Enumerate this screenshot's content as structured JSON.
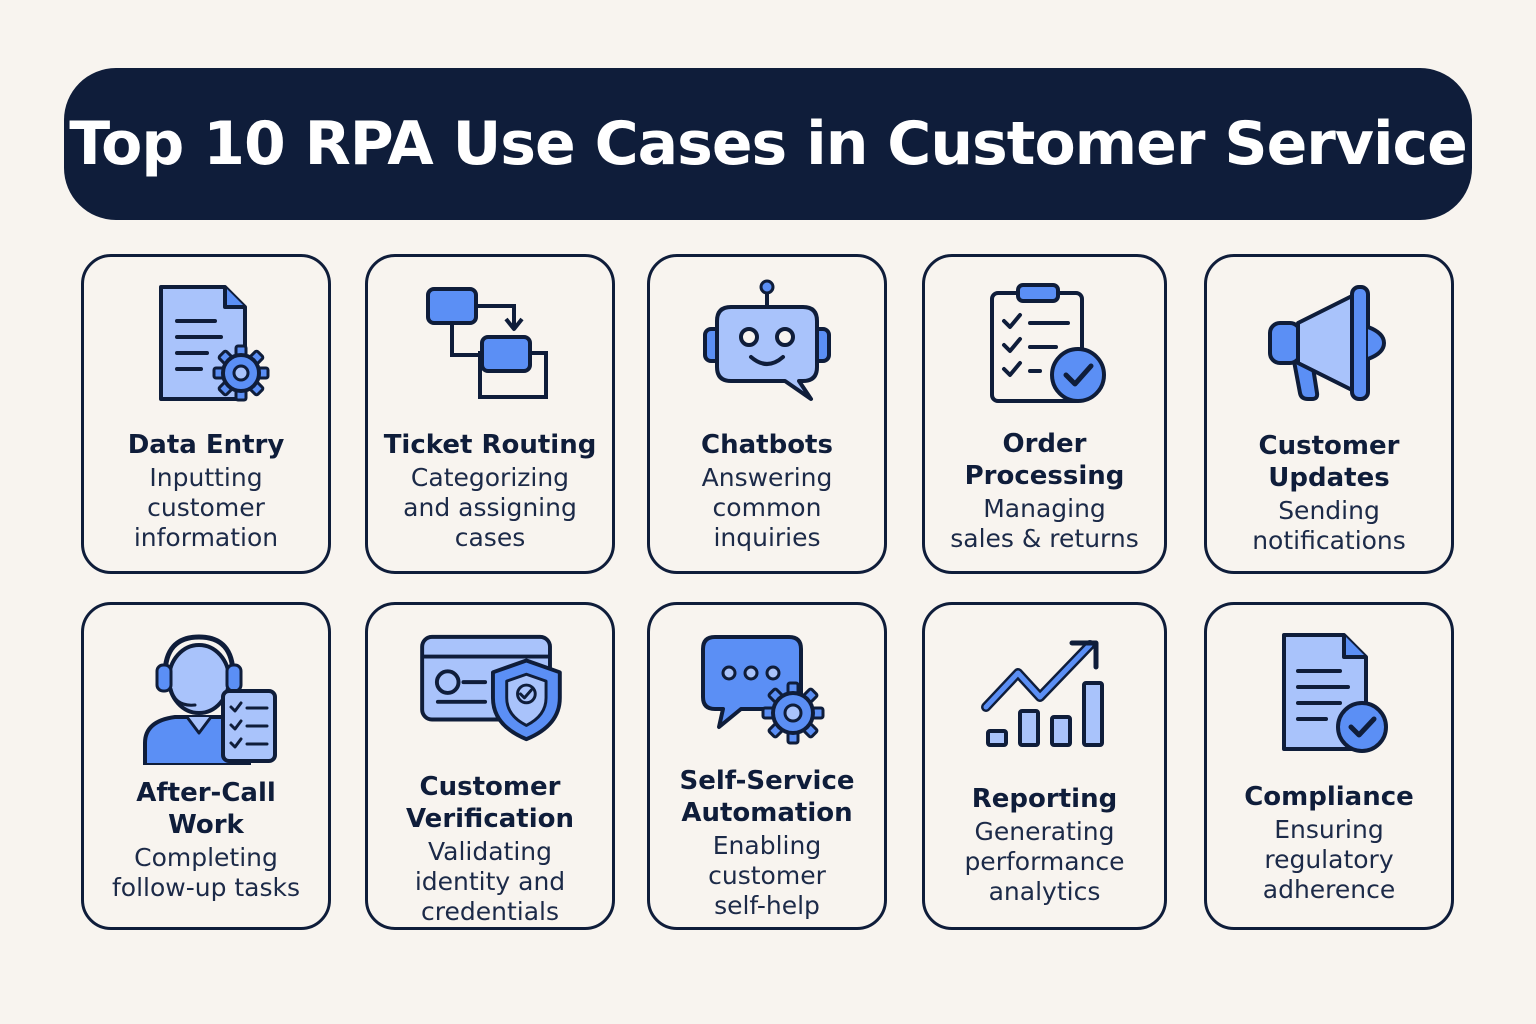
{
  "header": {
    "title": "Top 10 RPA Use Cases in Customer Service"
  },
  "colors": {
    "navy": "#0f1d3a",
    "background": "#f8f4ef",
    "icon_fill": "#a9c3fb",
    "icon_accent": "#5b8ff5"
  },
  "cards": [
    {
      "title": "Data Entry",
      "description": "Inputting\ncustomer\ninformation",
      "icon": "document-gear-icon"
    },
    {
      "title": "Ticket Routing",
      "description": "Categorizing\nand assigning\ncases",
      "icon": "flowchart-icon"
    },
    {
      "title": "Chatbots",
      "description": "Answering\ncommon\ninquiries",
      "icon": "robot-chat-icon"
    },
    {
      "title": "Order\nProcessing",
      "description": "Managing\nsales & returns",
      "icon": "clipboard-check-icon"
    },
    {
      "title": "Customer\nUpdates",
      "description": "Sending\nnotifications",
      "icon": "megaphone-icon"
    },
    {
      "title": "After-Call\nWork",
      "description": "Completing\nfollow-up tasks",
      "icon": "agent-headset-icon"
    },
    {
      "title": "Customer\nVerification",
      "description": "Validating\nidentity and\ncredentials",
      "icon": "id-card-shield-icon"
    },
    {
      "title": "Self-Service\nAutomation",
      "description": "Enabling\ncustomer\nself-help",
      "icon": "chat-gear-icon"
    },
    {
      "title": "Reporting",
      "description": "Generating\nperformance\nanalytics",
      "icon": "growth-chart-icon"
    },
    {
      "title": "Compliance",
      "description": "Ensuring\nregulatory\nadherence",
      "icon": "document-check-icon"
    }
  ]
}
